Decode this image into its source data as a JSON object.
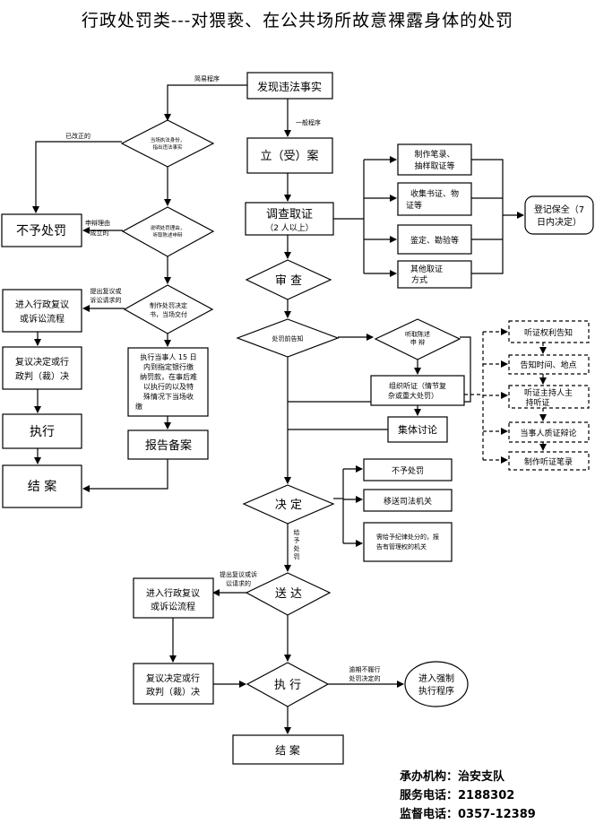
{
  "title": "行政处罚类---对猥亵、在公共场所故意裸露身体的处罚",
  "nodes": {
    "discover": "发现违法事实",
    "verify": [
      "当场执法身份，",
      "指出违法事实"
    ],
    "not_punish": "不予处罚",
    "explain": [
      "说明处罚理由，",
      "听取陈述申辩"
    ],
    "decide_on_site": [
      "制作处罚决定",
      "书，当场交付"
    ],
    "review_left": [
      "进入行政复议",
      "或诉讼流程"
    ],
    "review_decision_left": [
      "复议决定或行",
      "政判（裁）决"
    ],
    "execute_left": "执行",
    "close_left": "结 案",
    "payment": [
      "执行当事人 15 日",
      "内到指定银行缴",
      "纳罚款，在事后难",
      "以执行的以及特",
      "殊情况下当场收",
      "缴"
    ],
    "report_file": "报告备案",
    "file_case": "立（受）案",
    "investigate": [
      "调查取证",
      "（2 人以上）"
    ],
    "evid_1": [
      "制作笔录、",
      "抽样取证等"
    ],
    "evid_2": [
      "收集书证、物",
      "证等"
    ],
    "evid_3": "鉴定、勘验等",
    "evid_4": [
      "其他取证",
      "方式"
    ],
    "preserve": [
      "登记保全（7",
      "日内决定）"
    ],
    "review": "审 查",
    "notify": "处罚前告知",
    "hear_defense": [
      "听取陈述",
      "申 辩"
    ],
    "hearing": [
      "组织听证（情节复",
      "杂或重大处罚）"
    ],
    "collective": "集体讨论",
    "hr_1": "听证权利告知",
    "hr_2": "告知时间、地点",
    "hr_3": [
      "听证主持人主",
      "持听证"
    ],
    "hr_4": "当事人质证辩论",
    "hr_5": "制作听证笔录",
    "decision": "决 定",
    "out_1": "不予处罚",
    "out_2": "移送司法机关",
    "out_3": [
      "需给予纪律处分的，报",
      "告有管理权的机关"
    ],
    "deliver": "送 达",
    "review_right": [
      "进入行政复议",
      "或诉讼流程"
    ],
    "review_decision_right": [
      "复议决定或行",
      "政判（裁）决"
    ],
    "execute": "执 行",
    "enforce": [
      "进入强制",
      "执行程序"
    ],
    "close_right": "结 案"
  },
  "labels": {
    "simple": "简易程序",
    "general": "一般程序",
    "corrected": "已改正的",
    "defense_ok": [
      "申辩理由",
      "成立的"
    ],
    "appeal_left": [
      "提出复议或",
      "诉讼请求的"
    ],
    "give_punish": [
      "给",
      "予",
      "处",
      "罚"
    ],
    "appeal_right": [
      "提出复议或诉",
      "讼请求的"
    ],
    "overdue": [
      "逾期不履行",
      "处罚决定的"
    ]
  },
  "footer": {
    "org": "承办机构：治安支队",
    "service": "服务电话：2188302",
    "supervise": "监督电话：0357-12389"
  }
}
